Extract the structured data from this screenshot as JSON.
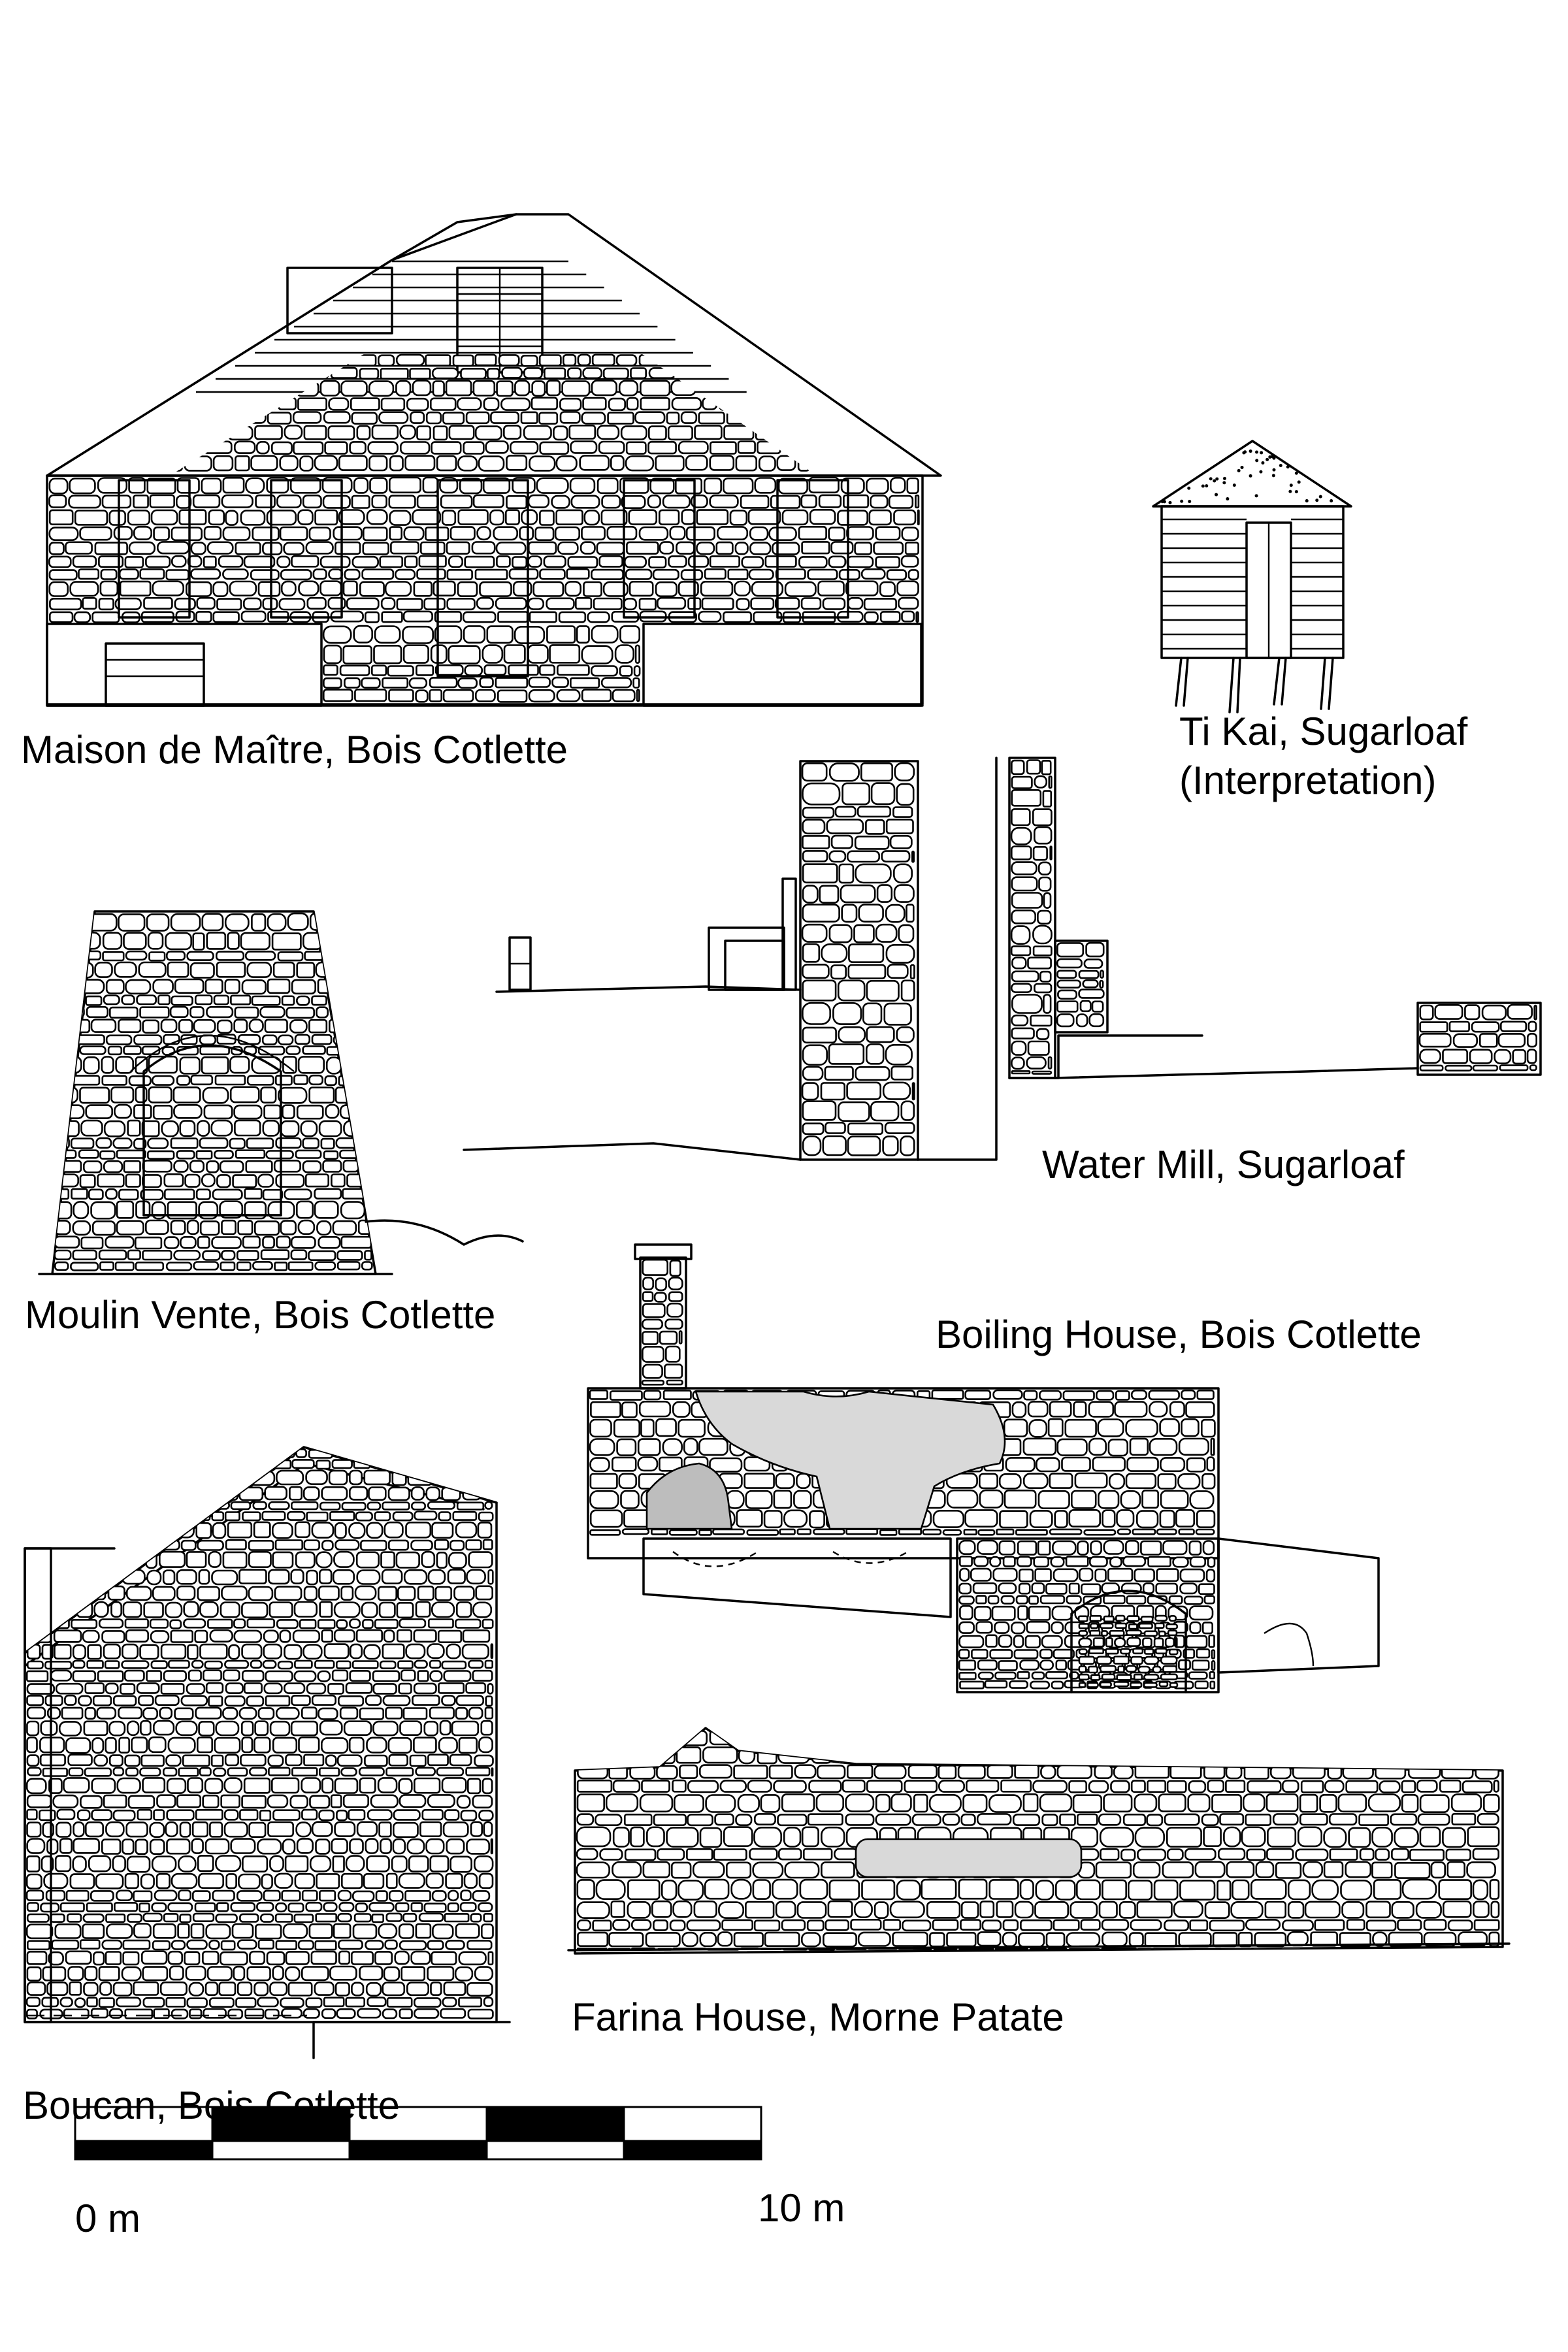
{
  "figures": [
    {
      "id": "maison",
      "label": "Maison de Maître, Bois Cotlette"
    },
    {
      "id": "tikai",
      "label": "Ti Kai, Sugarloaf\n(Interpretation)"
    },
    {
      "id": "moulin",
      "label": "Moulin Vente, Bois Cotlette"
    },
    {
      "id": "watermill",
      "label": "Water Mill, Sugarloaf"
    },
    {
      "id": "boiling",
      "label": "Boiling House, Bois Cotlette"
    },
    {
      "id": "boucan",
      "label": "Boucan, Bois Cotlette"
    },
    {
      "id": "farina",
      "label": "Farina House, Morne Patate"
    }
  ],
  "scale_bar": {
    "start_label": "0 m",
    "end_label": "10 m",
    "length_m": 10,
    "divisions": 5,
    "colors": {
      "dark": "#000000",
      "light": "#ffffff"
    }
  },
  "colors": {
    "line": "#000000",
    "plaster": "#d9d9d9",
    "plaster_dark": "#bdbdbd"
  }
}
